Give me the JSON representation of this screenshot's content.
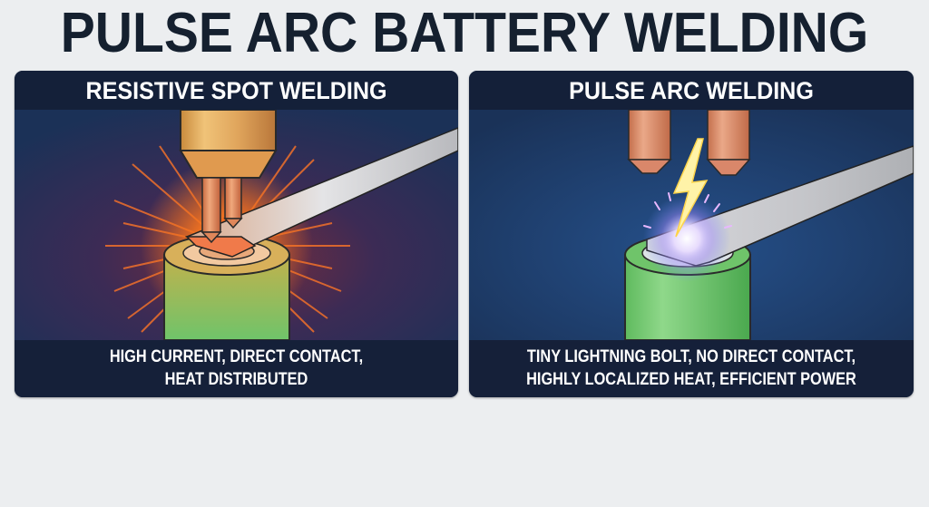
{
  "title": "PULSE ARC BATTERY WELDING",
  "panels": [
    {
      "heading": "RESISTIVE SPOT WELDING",
      "caption_lines": [
        "HIGH CURRENT, DIRECT CONTACT,",
        "HEAT DISTRIBUTED"
      ],
      "illustration": [
        "copper-electrode-holder",
        "twin-electrode-tips",
        "nickel-strip",
        "battery-cell-green",
        "heat-burst-rays"
      ]
    },
    {
      "heading": "PULSE ARC WELDING",
      "caption_lines": [
        "TINY LIGHTNING BOLT, NO DIRECT CONTACT,",
        "HIGHLY LOCALIZED HEAT, EFFICIENT POWER"
      ],
      "illustration": [
        "twin-electrode-tips",
        "lightning-bolt",
        "arc-spark",
        "nickel-strip",
        "battery-cell-green"
      ]
    }
  ],
  "colors": {
    "background": "#eceef0",
    "title_text": "#15202f",
    "panel_header": "#142039",
    "panel_body": "#1a3258",
    "heat_glow": "#f26a2a",
    "copper": "#d98a5c",
    "battery_green": "#6fc46a",
    "arc_glow": "#e8e4ff"
  }
}
